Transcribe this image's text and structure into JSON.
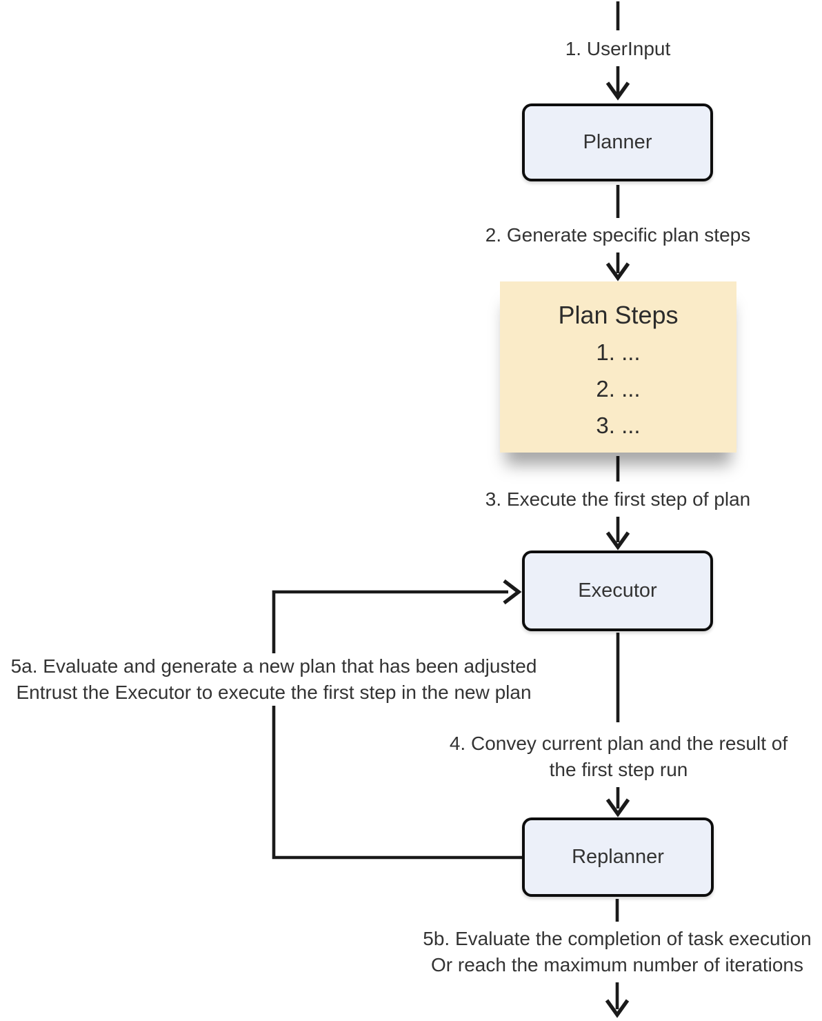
{
  "diagram": {
    "nodes": {
      "planner": {
        "label": "Planner"
      },
      "plan_steps": {
        "title": "Plan Steps",
        "items": [
          "1. ...",
          "2. ...",
          "3. ..."
        ]
      },
      "executor": {
        "label": "Executor"
      },
      "replanner": {
        "label": "Replanner"
      }
    },
    "edges": {
      "user_input": {
        "label": "1. UserInput"
      },
      "generate_steps": {
        "label": "2. Generate specific plan steps"
      },
      "execute_first": {
        "label": "3. Execute the first step of plan"
      },
      "convey": {
        "lines": [
          "4. Convey current plan and the result of",
          "the first step run"
        ]
      },
      "replan_loop": {
        "lines": [
          "5a. Evaluate and generate a new plan that has been adjusted",
          "Entrust the Executor to execute the first step in the new plan"
        ]
      },
      "finish": {
        "lines": [
          "5b. Evaluate the completion of task execution",
          "Or reach the maximum number of iterations"
        ]
      }
    },
    "colors": {
      "node_fill": "#ECF0F9",
      "node_border": "#0D0D0D",
      "highlight_fill": "#FAEBC8",
      "wire": "#1A1A1A",
      "text": "#333333"
    }
  }
}
